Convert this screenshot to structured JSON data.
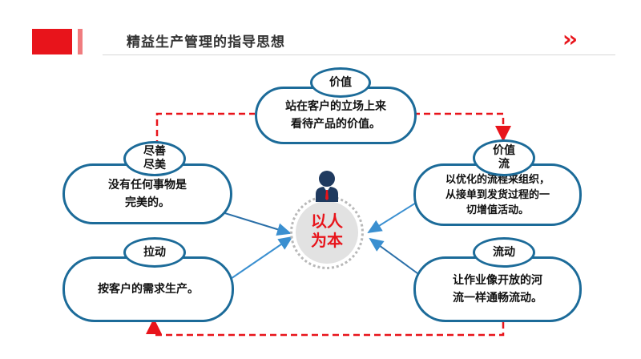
{
  "header": {
    "title": "精益生产管理的指导思想",
    "arrows": "››"
  },
  "center": {
    "line1": "以人",
    "line2": "为本"
  },
  "nodes": {
    "value": {
      "tag": "价值",
      "text1": "站在客户的立场上来",
      "text2": "看待产品的价值。"
    },
    "perfect": {
      "tag1": "尽善",
      "tag2": "尽美",
      "text1": "没有任何事物是",
      "text2": "完美的。"
    },
    "value_stream": {
      "tag1": "价值",
      "tag2": "流",
      "text1": "以优化的流程来组织，",
      "text2": "从接单到发货过程的一",
      "text3": "切增值活动。"
    },
    "pull": {
      "tag": "拉动",
      "text1": "按客户的需求生产。"
    },
    "flow": {
      "tag": "流动",
      "text1": "让作业像开放的河",
      "text2": "流一样通畅流动。"
    }
  },
  "colors": {
    "accent": "#e8141b",
    "node_border": "#1c6b99",
    "arrow_blue": "#3a8fd0",
    "dashed_red": "#e8141b"
  }
}
